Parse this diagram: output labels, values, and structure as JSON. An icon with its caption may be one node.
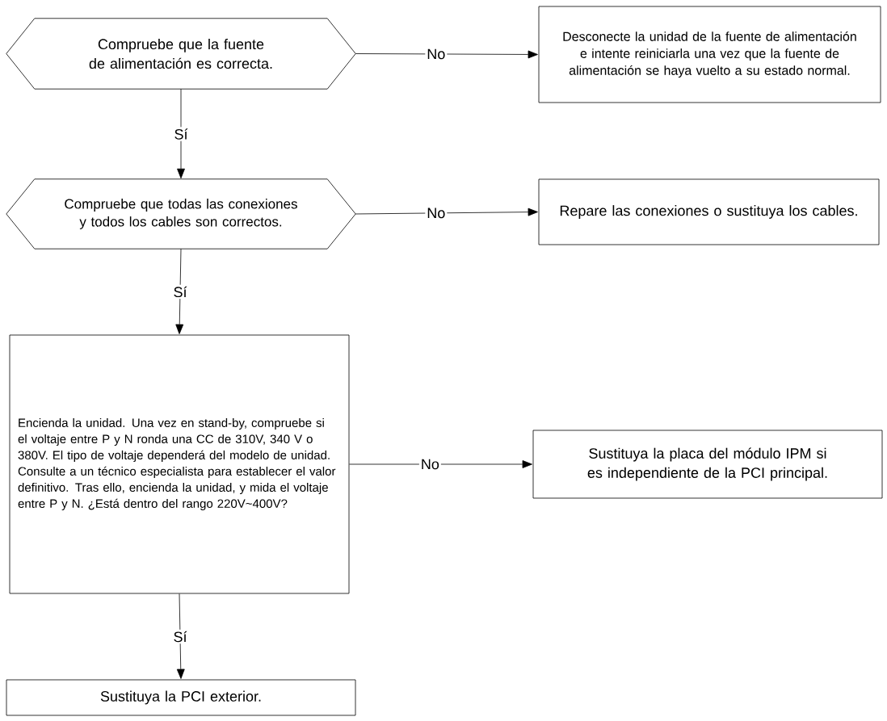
{
  "diagram": {
    "nodes": [
      {
        "text": [
          "Compruebe que la fuente de alimentación es correcta."
        ]
      },
      {
        "text": [
          "Desconecte la unidad de la fuente de alimentación e intente reiniciarla una vez que la fuente de alimentación se haya vuelto a su estado normal."
        ]
      },
      {
        "text": [
          "Compruebe que todas las conexiones y todos los cables son correctos."
        ]
      },
      {
        "text": [
          "Repare las conexiones o sustituya los cables."
        ]
      },
      {
        "text": [
          "Encienda la unidad. Una vez en stand-by, compruebe si el voltaje entre P y N ronda una CC de 310V, 340 V o 380V. El tipo de voltaje dependerá del modelo de unidad. Consulte a un técnico especialista para establecer el valor definitivo. Tras ello, encienda la unidad, y mida el voltaje entre P y N. ¿Está dentro del rango 220V~400V?"
        ]
      },
      {
        "text": [
          "Sustituya la placa del módulo IPM si es independiente de la PCI principal."
        ]
      },
      {
        "text": [
          "Sustituya la PCI exterior."
        ]
      }
    ],
    "edges": [
      {
        "from": 0,
        "to": 1,
        "arrow": "to",
        "label": "No"
      },
      {
        "from": 0,
        "to": 2,
        "arrow": "to",
        "label": "Sí"
      },
      {
        "from": 2,
        "to": 3,
        "arrow": "to",
        "label": "No"
      },
      {
        "from": 2,
        "to": 4,
        "arrow": "to",
        "label": "Sí"
      },
      {
        "from": 4,
        "to": 5,
        "arrow": "to",
        "label": "No"
      },
      {
        "from": 4,
        "to": 6,
        "arrow": "to",
        "label": "Sí"
      }
    ]
  }
}
